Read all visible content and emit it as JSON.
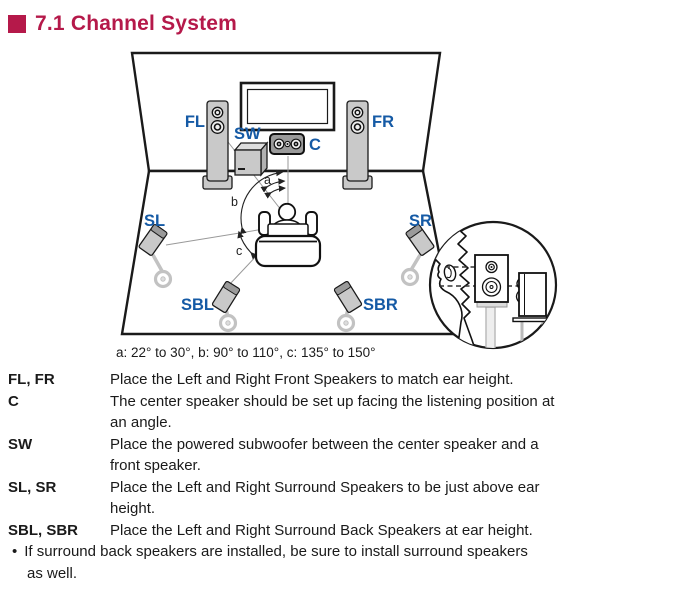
{
  "title": {
    "marker_icon": "red-square",
    "text": "7.1 Channel System"
  },
  "colors": {
    "accent": "#b5194a",
    "label": "#155aa5",
    "ink": "#1a1a1a",
    "speaker": "#c9c9c9",
    "speaker_dark": "#9a9a9a",
    "stand": "#c2c2c2",
    "line": "#999999"
  },
  "diagram": {
    "speaker_labels": {
      "fl": "FL",
      "sw": "SW",
      "c": "C",
      "fr": "FR",
      "sl": "SL",
      "sr": "SR",
      "sbl": "SBL",
      "sbr": "SBR"
    },
    "angle_labels": {
      "a": "a",
      "b": "b",
      "c": "c"
    },
    "caption": "a: 22° to 30°, b: 90° to 110°, c: 135° to 150°"
  },
  "definitions": [
    {
      "term": "FL, FR",
      "description": "Place the Left and Right Front Speakers to match ear height."
    },
    {
      "term": "C",
      "description": "The center speaker should be set up facing the listening position at\nan angle."
    },
    {
      "term": "SW",
      "description": "Place the powered subwoofer between the center speaker and a\nfront speaker."
    },
    {
      "term": "SL, SR",
      "description": "Place the Left and Right Surround Speakers to be just above ear\nheight."
    },
    {
      "term": "SBL, SBR",
      "description": "Place the Left and Right Surround Back Speakers at ear height."
    }
  ],
  "note": {
    "bullet": "•",
    "text": "If surround back speakers are installed, be sure to install surround speakers\nas well."
  }
}
